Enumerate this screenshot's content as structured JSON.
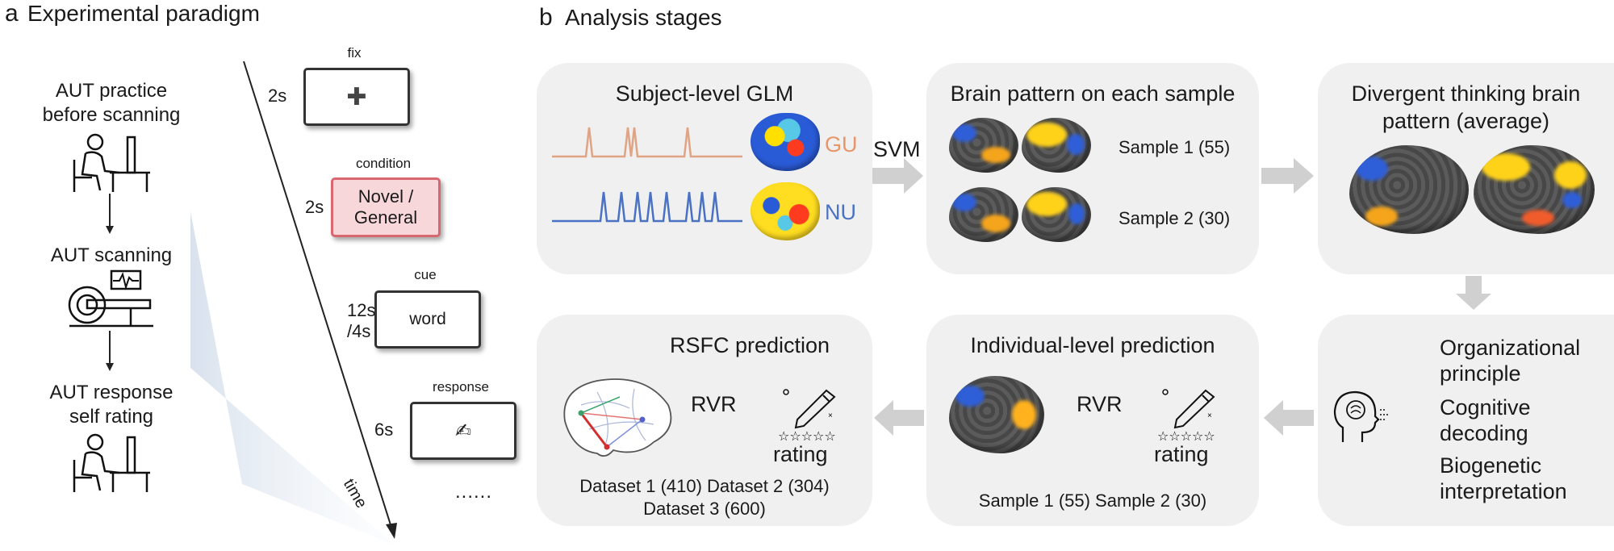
{
  "panel_a": {
    "letter": "a",
    "title": "Experimental paradigm",
    "steps": {
      "practice": "AUT practice\nbefore scanning",
      "scanning": "AUT  scanning",
      "response": "AUT response\nself rating"
    },
    "timeline": [
      {
        "label": "fix",
        "duration": "2s",
        "content": "✚"
      },
      {
        "label": "condition",
        "duration": "2s",
        "content": "Novel /\nGeneral"
      },
      {
        "label": "cue",
        "duration": "12s\n/4s",
        "content": "word"
      },
      {
        "label": "response",
        "duration": "6s",
        "content": "✍"
      }
    ],
    "time_label": "time",
    "ellipsis": "......"
  },
  "panel_b": {
    "letter": "b",
    "title": "Analysis stages",
    "glm": {
      "title": "Subject-level GLM",
      "gu": "GU",
      "nu": "NU"
    },
    "svm": "SVM",
    "brain_pattern": {
      "title": "Brain pattern on each sample",
      "sample1": "Sample 1 (55)",
      "sample2": "Sample 2 (30)"
    },
    "average": {
      "title": "Divergent thinking brain\npattern (average)"
    },
    "rsfc": {
      "title": "RSFC prediction",
      "method": "RVR",
      "rating": "rating",
      "datasets_line1": "Dataset 1 (410) Dataset 2 (304)",
      "datasets_line2": "Dataset 3 (600)"
    },
    "individual": {
      "title": "Individual-level prediction",
      "method": "RVR",
      "rating": "rating",
      "samples": "Sample 1 (55) Sample 2 (30)"
    },
    "outputs": [
      "Organizational\nprinciple",
      "Cognitive\ndecoding",
      "Biogenetic\ninterpretation"
    ]
  },
  "colors": {
    "gu": "#e8956a",
    "nu": "#4a72c4",
    "arrow": "#d0d0d0",
    "card": "#f0f0f0",
    "condition_fill": "#f8d7db",
    "condition_border": "#d9676f"
  }
}
